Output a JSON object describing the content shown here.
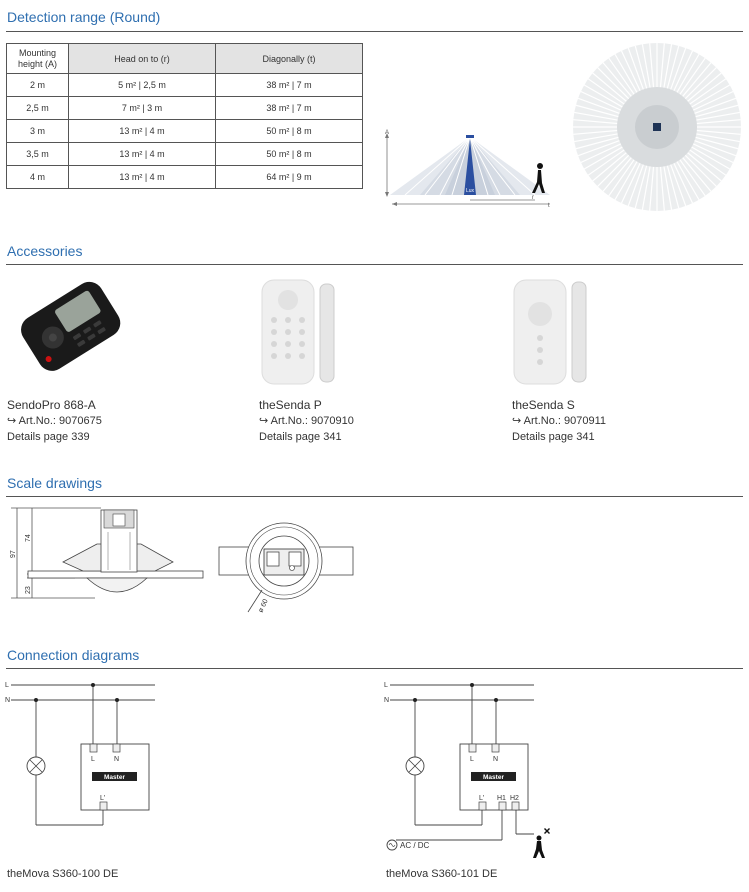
{
  "detection": {
    "title": "Detection range (Round)",
    "headers": [
      "Mounting height (A)",
      "Head on to (r)",
      "Diagonally (t)"
    ],
    "rows": [
      [
        "2 m",
        "5 m² | 2,5 m",
        "38 m² | 7 m"
      ],
      [
        "2,5 m",
        "7 m² | 3 m",
        "38 m² | 7 m"
      ],
      [
        "3 m",
        "13 m² | 4 m",
        "50 m² | 8 m"
      ],
      [
        "3,5 m",
        "13 m² | 4 m",
        "50 m² | 8 m"
      ],
      [
        "4 m",
        "13 m² | 4 m",
        "64 m² | 9 m"
      ]
    ],
    "diagram_labels": {
      "a": "A",
      "lux": "Lux",
      "r": "r",
      "t": "t"
    }
  },
  "accessories": {
    "title": "Accessories",
    "items": [
      {
        "name": "SendoPro 868-A",
        "art": "Art.No.: 9070675",
        "details": "Details page 339"
      },
      {
        "name": "theSenda P",
        "art": "Art.No.: 9070910",
        "details": "Details page 341"
      },
      {
        "name": "theSenda S",
        "art": "Art.No.: 9070911",
        "details": "Details page 341"
      }
    ],
    "arrow": "↪"
  },
  "scale": {
    "title": "Scale drawings",
    "dims": {
      "d97": "97",
      "d74": "74",
      "d23": "23",
      "dia": "ø 60"
    }
  },
  "connection": {
    "title": "Connection diagrams",
    "labels": {
      "L": "L",
      "N": "N",
      "master": "Master",
      "Lp": "L'",
      "H1": "H1",
      "H2": "H2",
      "acdc": "AC / DC"
    },
    "captions": [
      "theMova S360-100 DE",
      "theMova S360-101 DE"
    ]
  },
  "colors": {
    "accent": "#2f6fb0",
    "rule": "#555555",
    "lux": "#2b4fa0",
    "sensor": "#1e3355"
  }
}
